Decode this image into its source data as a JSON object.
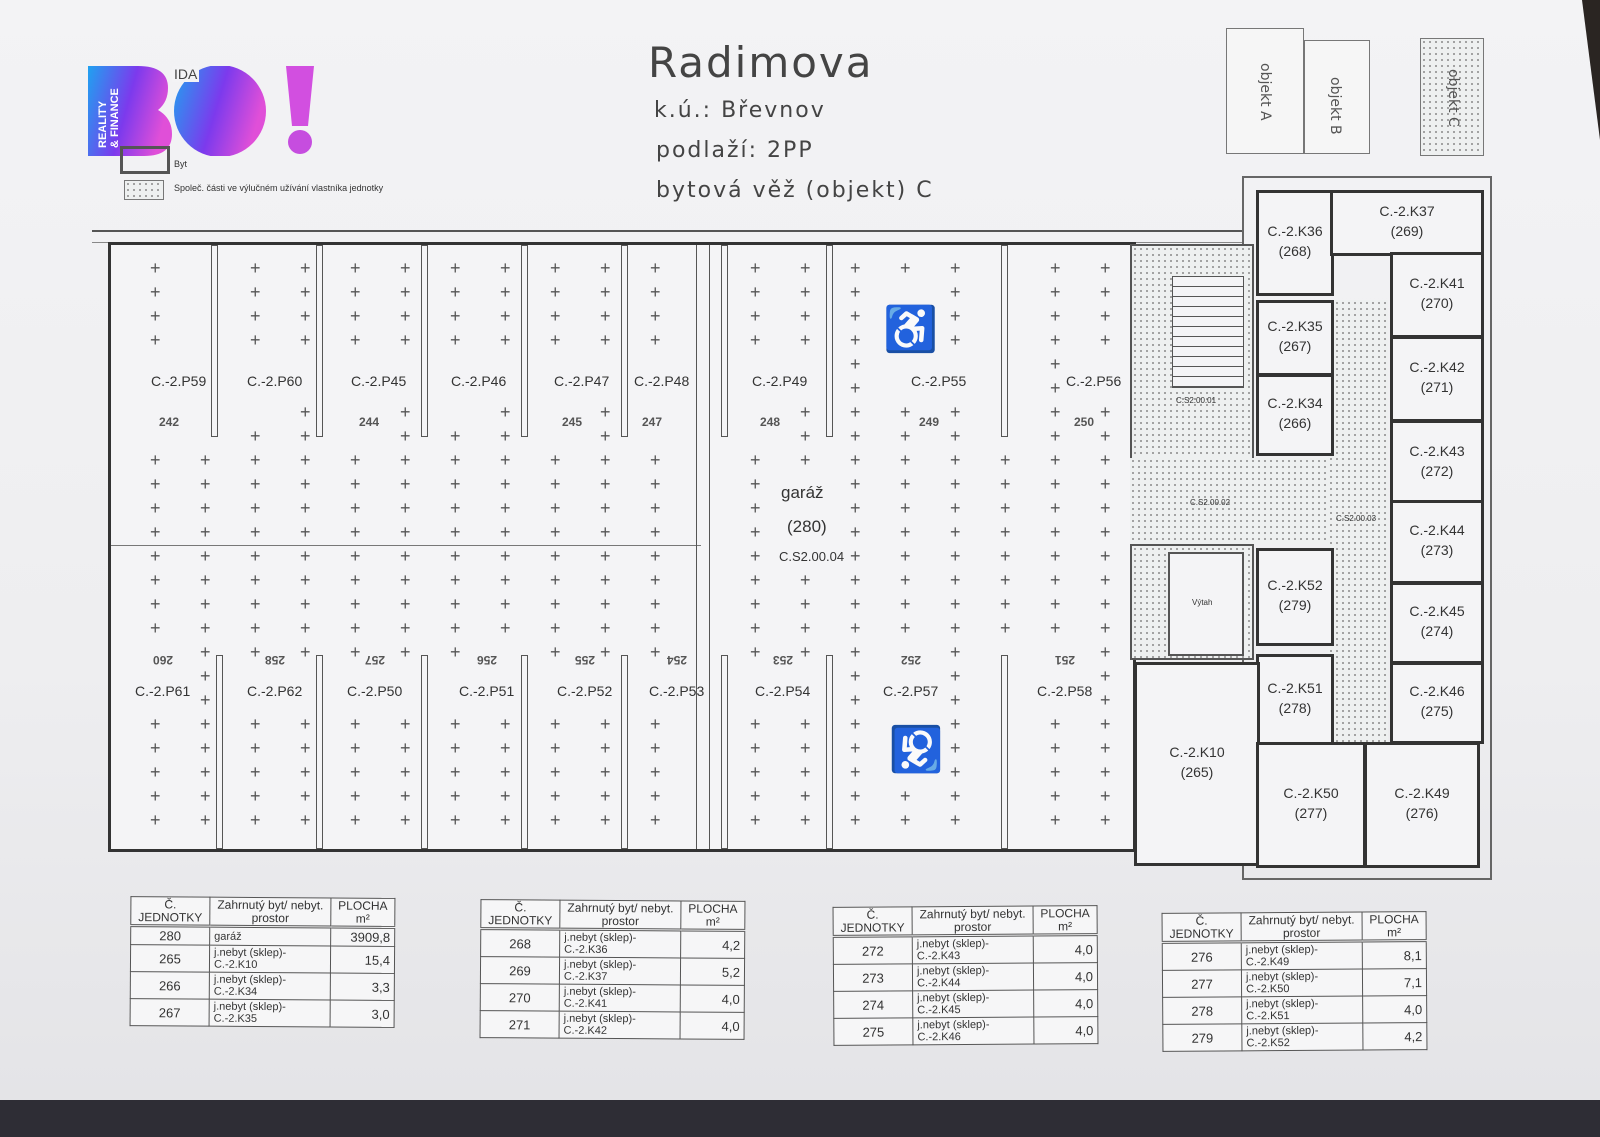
{
  "header": {
    "street": "Radimova",
    "cadastral": "k.ú.: Břevnov",
    "floor": "podlaží: 2PP",
    "building": "bytová věž (objekt) C"
  },
  "key_plan": {
    "objects": [
      "objekt A",
      "objekt B",
      "objekt C"
    ]
  },
  "legend": {
    "partial_title": "IDA",
    "items": [
      "Byt",
      "Společ. části ve výlučném užívání vlastníka jednotky"
    ]
  },
  "logo": {
    "text": "BO!",
    "subtitle": "REALITY & FINANCE",
    "colors": [
      "#1fa2f0",
      "#7c3aed",
      "#e04fd8"
    ]
  },
  "garage": {
    "name": "garáž",
    "unit": "(280)",
    "code": "C.S2.00.04"
  },
  "parking_top": [
    {
      "label": "C.-2.P59",
      "num": "242"
    },
    {
      "label": "C.-2.P60",
      "num": ""
    },
    {
      "label": "C.-2.P45",
      "num": "244"
    },
    {
      "label": "C.-2.P46",
      "num": ""
    },
    {
      "label": "C.-2.P47",
      "num": "245"
    },
    {
      "label": "C.-2.P48",
      "num": "247"
    },
    {
      "label": "C.-2.P49",
      "num": "248"
    },
    {
      "label": "C.-2.P55",
      "num": "249"
    },
    {
      "label": "C.-2.P56",
      "num": "250"
    }
  ],
  "parking_bottom": [
    {
      "label": "C.-2.P61",
      "num": "260"
    },
    {
      "label": "C.-2.P62",
      "num": "258"
    },
    {
      "label": "C.-2.P50",
      "num": "257"
    },
    {
      "label": "C.-2.P51",
      "num": "256"
    },
    {
      "label": "C.-2.P52",
      "num": "255"
    },
    {
      "label": "C.-2.P53",
      "num": "254"
    },
    {
      "label": "C.-2.P54",
      "num": "253"
    },
    {
      "label": "C.-2.P57",
      "num": "252"
    },
    {
      "label": "C.-2.P58",
      "num": "251"
    }
  ],
  "common_areas": [
    "C.S2.00.01",
    "C.S2.00.02",
    "C.S2.00.03",
    "Výtah"
  ],
  "rooms": [
    {
      "code": "C.-2.K36",
      "unit": "(268)"
    },
    {
      "code": "C.-2.K37",
      "unit": "(269)"
    },
    {
      "code": "C.-2.K35",
      "unit": "(267)"
    },
    {
      "code": "C.-2.K41",
      "unit": "(270)"
    },
    {
      "code": "C.-2.K34",
      "unit": "(266)"
    },
    {
      "code": "C.-2.K42",
      "unit": "(271)"
    },
    {
      "code": "C.-2.K43",
      "unit": "(272)"
    },
    {
      "code": "C.-2.K44",
      "unit": "(273)"
    },
    {
      "code": "C.-2.K52",
      "unit": "(279)"
    },
    {
      "code": "C.-2.K45",
      "unit": "(274)"
    },
    {
      "code": "C.-2.K51",
      "unit": "(278)"
    },
    {
      "code": "C.-2.K46",
      "unit": "(275)"
    },
    {
      "code": "C.-2.K10",
      "unit": "(265)"
    },
    {
      "code": "C.-2.K50",
      "unit": "(277)"
    },
    {
      "code": "C.-2.K49",
      "unit": "(276)"
    }
  ],
  "tables": [
    {
      "headers": [
        "Č. JEDNOTKY",
        "Zahrnutý byt/ nebyt. prostor",
        "PLOCHA m²"
      ],
      "rows": [
        [
          "280",
          "garáž",
          "3909,8"
        ],
        [
          "265",
          "j.nebyt (sklep)-C.-2.K10",
          "15,4"
        ],
        [
          "266",
          "j.nebyt (sklep)-C.-2.K34",
          "3,3"
        ],
        [
          "267",
          "j.nebyt (sklep)-C.-2.K35",
          "3,0"
        ]
      ]
    },
    {
      "headers": [
        "Č. JEDNOTKY",
        "Zahrnutý byt/ nebyt. prostor",
        "PLOCHA m²"
      ],
      "rows": [
        [
          "268",
          "j.nebyt (sklep)-C.-2.K36",
          "4,2"
        ],
        [
          "269",
          "j.nebyt (sklep)-C.-2.K37",
          "5,2"
        ],
        [
          "270",
          "j.nebyt (sklep)-C.-2.K41",
          "4,0"
        ],
        [
          "271",
          "j.nebyt (sklep)-C.-2.K42",
          "4,0"
        ]
      ]
    },
    {
      "headers": [
        "Č. JEDNOTKY",
        "Zahrnutý byt/ nebyt. prostor",
        "PLOCHA m²"
      ],
      "rows": [
        [
          "272",
          "j.nebyt (sklep)-C.-2.K43",
          "4,0"
        ],
        [
          "273",
          "j.nebyt (sklep)-C.-2.K44",
          "4,0"
        ],
        [
          "274",
          "j.nebyt (sklep)-C.-2.K45",
          "4,0"
        ],
        [
          "275",
          "j.nebyt (sklep)-C.-2.K46",
          "4,0"
        ]
      ]
    },
    {
      "headers": [
        "Č. JEDNOTKY",
        "Zahrnutý byt/ nebyt. prostor",
        "PLOCHA m²"
      ],
      "rows": [
        [
          "276",
          "j.nebyt (sklep)-C.-2.K49",
          "8,1"
        ],
        [
          "277",
          "j.nebyt (sklep)-C.-2.K50",
          "7,1"
        ],
        [
          "278",
          "j.nebyt (sklep)-C.-2.K51",
          "4,0"
        ],
        [
          "279",
          "j.nebyt (sklep)-C.-2.K52",
          "4,2"
        ]
      ]
    }
  ]
}
